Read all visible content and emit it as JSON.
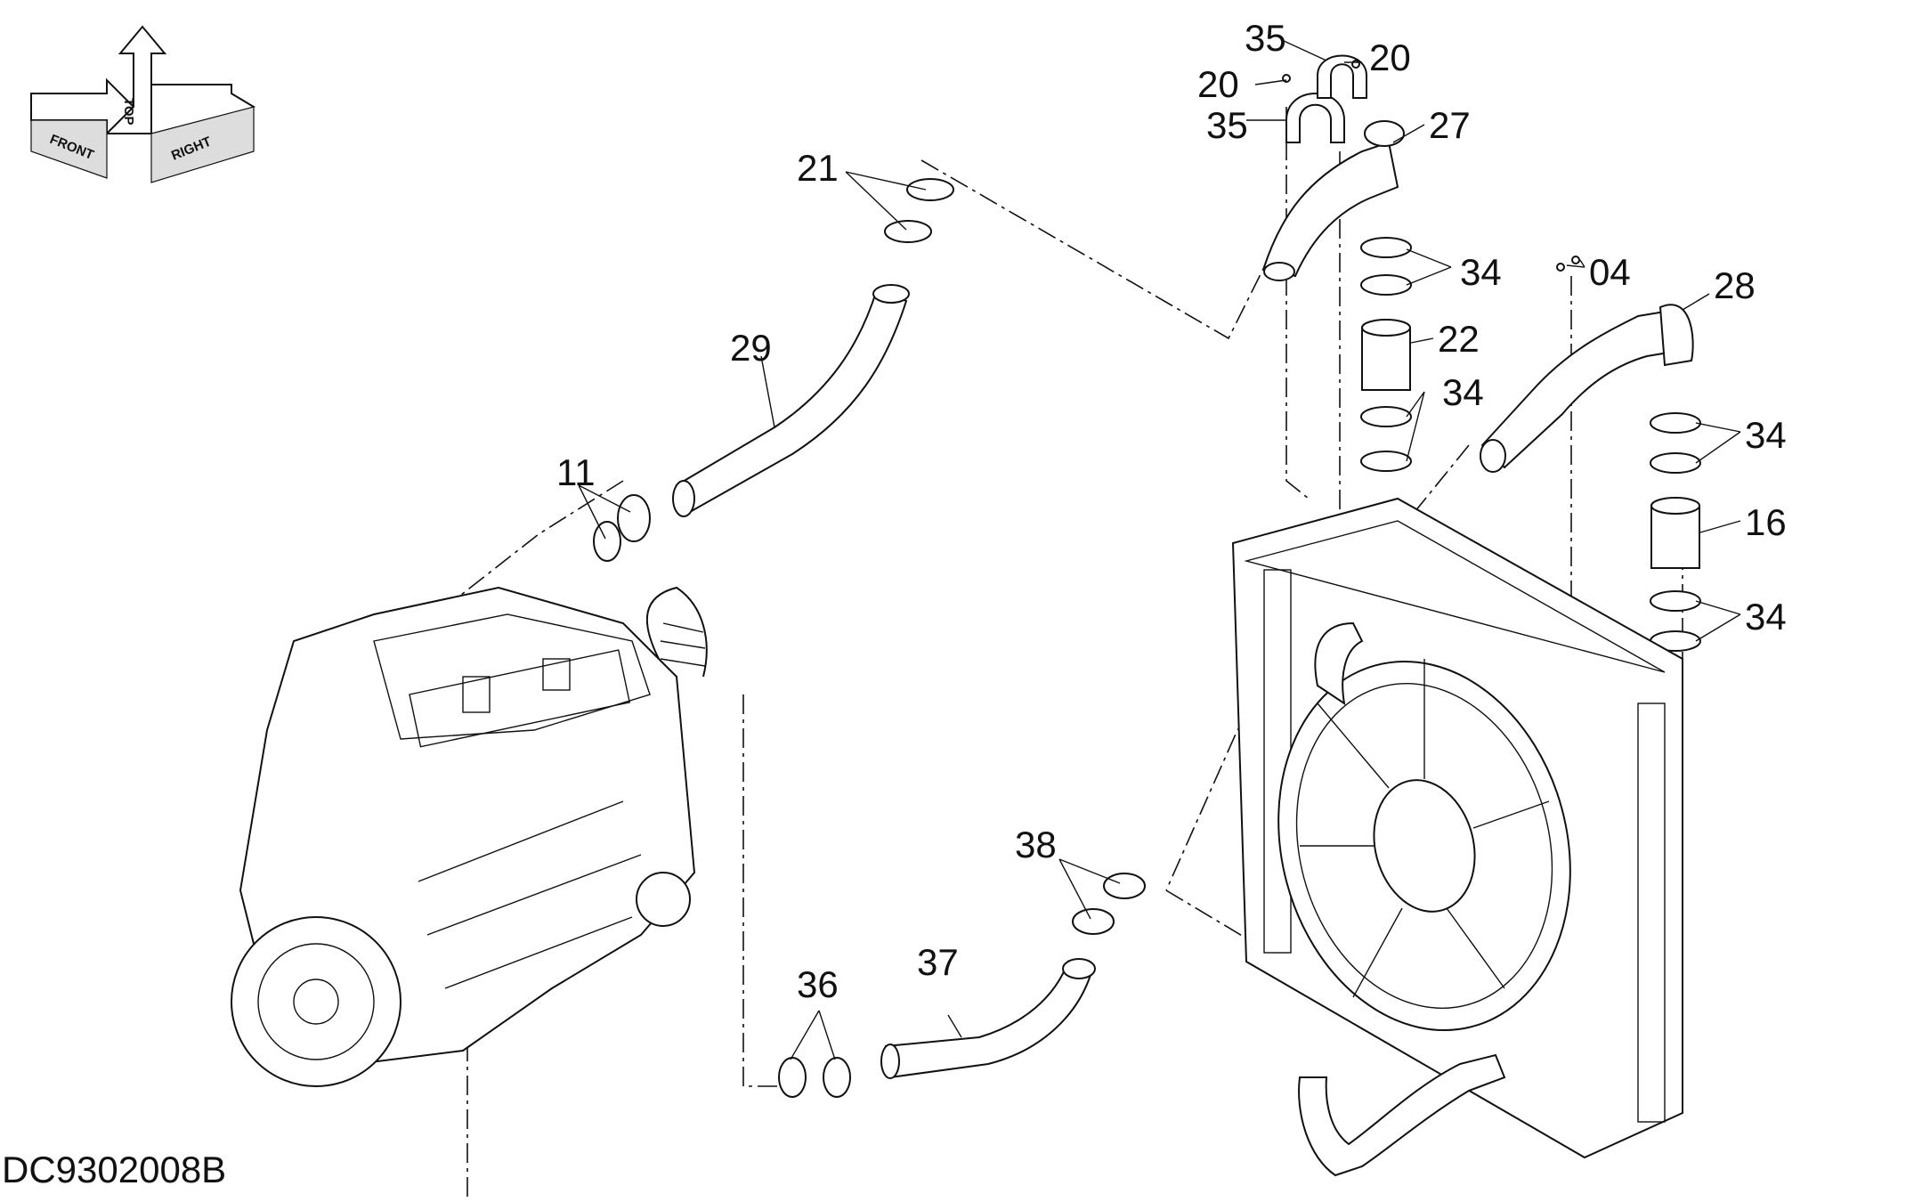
{
  "drawing_id": "DC9302008B",
  "orientation": {
    "top": "TOP",
    "front": "FRONT",
    "right": "RIGHT"
  },
  "callouts": {
    "c04": "04",
    "c11": "11",
    "c16": "16",
    "c20a": "20",
    "c20b": "20",
    "c21": "21",
    "c22": "22",
    "c27": "27",
    "c28": "28",
    "c29": "29",
    "c34a": "34",
    "c34b": "34",
    "c34c": "34",
    "c34d": "34",
    "c35a": "35",
    "c35b": "35",
    "c36": "36",
    "c37": "37",
    "c38": "38"
  }
}
